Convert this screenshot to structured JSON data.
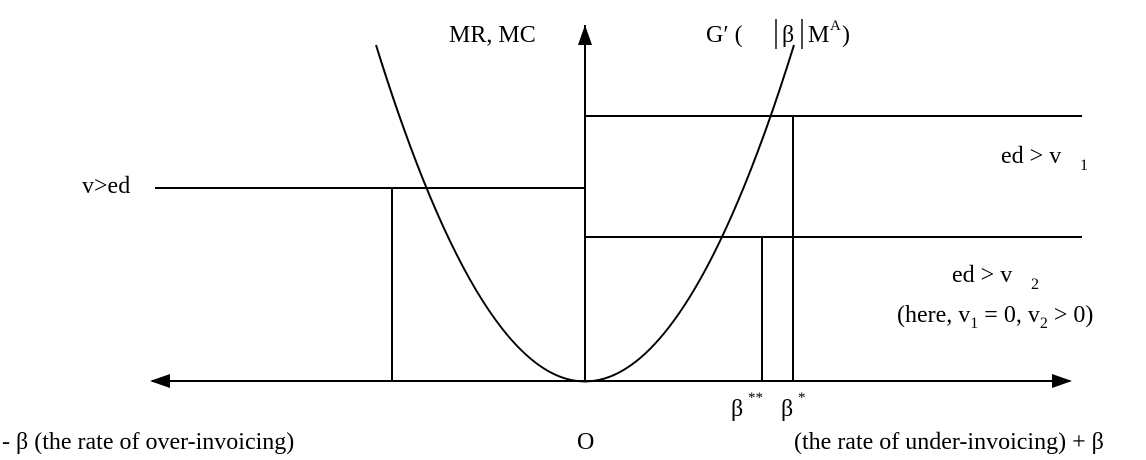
{
  "diagram": {
    "y_axis_label": "MR, MC",
    "curve_label": {
      "prefix": "G′ (",
      "beta": "β",
      "m": "M",
      "m_sup": "A",
      "suffix": ")"
    },
    "left_line_label": "v>ed",
    "right_line_1_label": {
      "main": "ed > v",
      "sub": "1"
    },
    "right_line_2_label": {
      "main": "ed > v",
      "sub": "2"
    },
    "note": {
      "open": "(here, v",
      "sub1": "1",
      "mid": " = 0, v",
      "sub2": "2",
      "close": " > 0)"
    },
    "beta_double_star": {
      "base": "β",
      "sup": "**"
    },
    "beta_star": {
      "base": "β",
      "sup": "*"
    },
    "x_axis_left_label": "- β (the rate of over-invoicing)",
    "origin_label": "O",
    "x_axis_right_label": "(the rate of under-invoicing) + β"
  }
}
